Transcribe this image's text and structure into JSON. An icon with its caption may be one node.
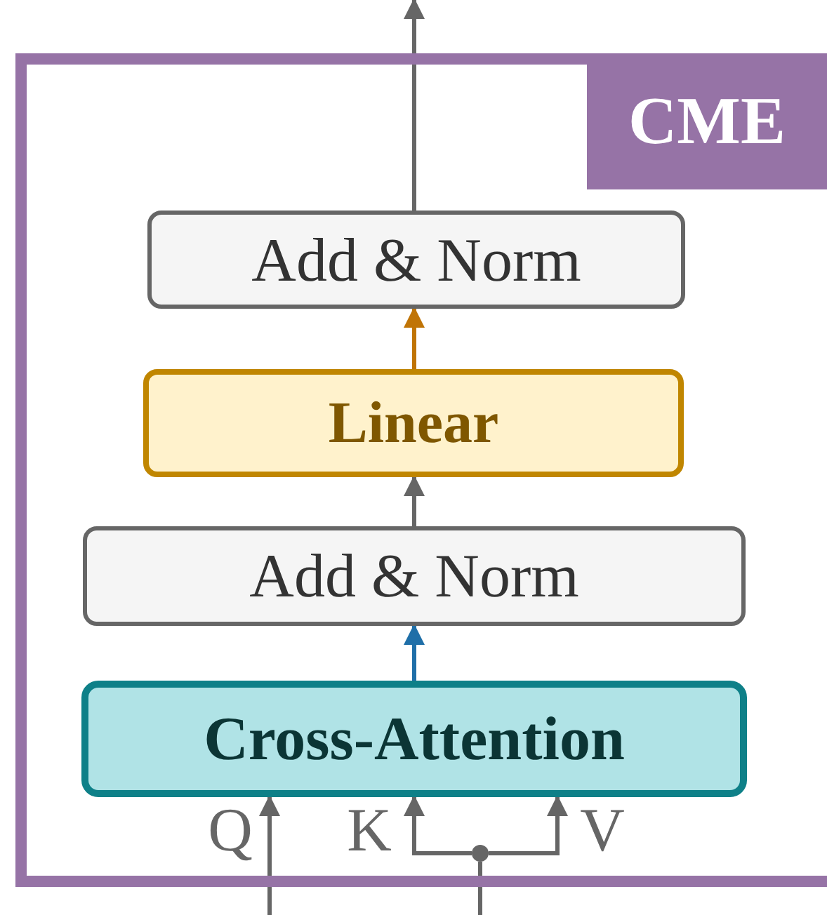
{
  "diagram": {
    "nodes": [
      {
        "text": [
          "CME"
        ]
      },
      {
        "text": [
          "Add & Norm"
        ],
        "in": 0
      },
      {
        "text": [
          "Linear"
        ],
        "in": 0
      },
      {
        "text": [
          "Add & Norm"
        ],
        "in": 0
      },
      {
        "text": [
          "Cross-Attention"
        ],
        "in": 0
      },
      {
        "text": [],
        "shape": "circle",
        "in": 0
      }
    ],
    "edges": [
      {
        "from": 4,
        "to": 3,
        "arrow": "to",
        "color": "#1f6fa8"
      },
      {
        "from": 3,
        "to": 2,
        "arrow": "to"
      },
      {
        "from": 2,
        "to": 1,
        "arrow": "to",
        "color": "#c07406"
      },
      {
        "from": 1,
        "to": null,
        "arrow": "to"
      },
      {
        "from": null,
        "to": 4,
        "arrow": "to",
        "label": "Q"
      },
      {
        "from": null,
        "to": 5,
        "arrow": "none"
      },
      {
        "from": 5,
        "to": 4,
        "arrow": "to",
        "label": "K"
      },
      {
        "from": 5,
        "to": 4,
        "arrow": "to",
        "label": "V"
      }
    ]
  }
}
